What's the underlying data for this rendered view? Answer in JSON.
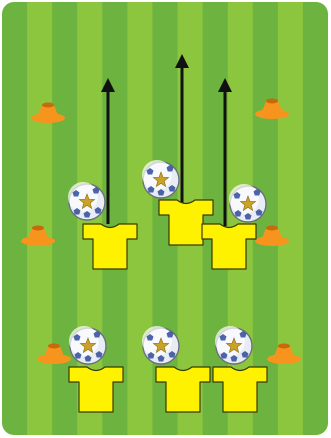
{
  "diagram": {
    "colors": {
      "grass_dark": "#6db33f",
      "grass_light": "#8cc63f",
      "cone": "#f7941d",
      "shirt": "#fff200",
      "shirt_outline": "#3a3a00",
      "arrow": "#111111",
      "ball_star": "#c9a227",
      "ball_panel": "#2e4a9a"
    },
    "cone_count": 6,
    "ball_count": 6,
    "player_count": 6,
    "arrow_count": 3,
    "arrow_direction": "up"
  }
}
